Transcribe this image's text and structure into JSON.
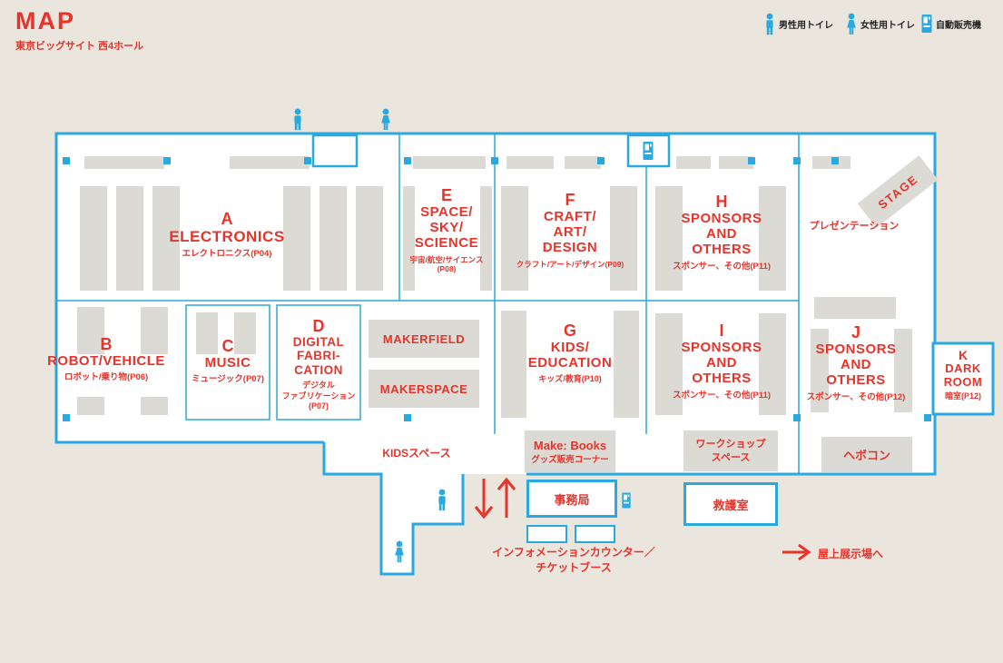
{
  "title": {
    "logo": "MAP",
    "subtitle": "東京ビッグサイト 西4ホール"
  },
  "legend": {
    "men": "男性用トイレ",
    "women": "女性用トイレ",
    "vending": "自動販売機"
  },
  "areas": {
    "A": {
      "letter": "A",
      "name": "ELECTRONICS",
      "jp": "エレクトロニクス(P04)"
    },
    "B": {
      "letter": "B",
      "name": "ROBOT/VEHICLE",
      "jp": "ロボット/乗り物(P06)"
    },
    "C": {
      "letter": "C",
      "name": "MUSIC",
      "jp": "ミュージック(P07)"
    },
    "D": {
      "letter": "D",
      "name": "DIGITAL\nFABRI-\nCATION",
      "jp": "デジタル\nファブリケーション\n(P07)"
    },
    "E": {
      "letter": "E",
      "name": "SPACE/\nSKY/\nSCIENCE",
      "jp": "宇宙/航空/サイエンス\n(P08)"
    },
    "F": {
      "letter": "F",
      "name": "CRAFT/\nART/\nDESIGN",
      "jp": "クラフト/アート/デザイン(P09)"
    },
    "G": {
      "letter": "G",
      "name": "KIDS/\nEDUCATION",
      "jp": "キッズ/教育(P10)"
    },
    "H": {
      "letter": "H",
      "name": "SPONSORS\nAND\nOTHERS",
      "jp": "スポンサー、その他(P11)"
    },
    "I": {
      "letter": "I",
      "name": "SPONSORS\nAND\nOTHERS",
      "jp": "スポンサー、その他(P11)"
    },
    "J": {
      "letter": "J",
      "name": "SPONSORS\nAND\nOTHERS",
      "jp": "スポンサー、その他(P12)"
    },
    "K": {
      "letter": "K",
      "name": "DARK\nROOM",
      "jp": "暗室(P12)"
    }
  },
  "facilities": {
    "stage": "STAGE",
    "presentation": "プレゼンテーション",
    "makerfield": "MAKERFIELD",
    "makerspace": "MAKERSPACE",
    "kids_space": "KIDSスペース",
    "make_books": "Make: Books",
    "goods_corner": "グッズ販売コーナー",
    "office": "事務局",
    "workshop": "ワークショップ\nスペース",
    "first_aid": "救護室",
    "hebocon": "ヘボコン",
    "info_counter": "インフォメーションカウンター／\nチケットブース",
    "rooftop": "屋上展示場へ"
  }
}
